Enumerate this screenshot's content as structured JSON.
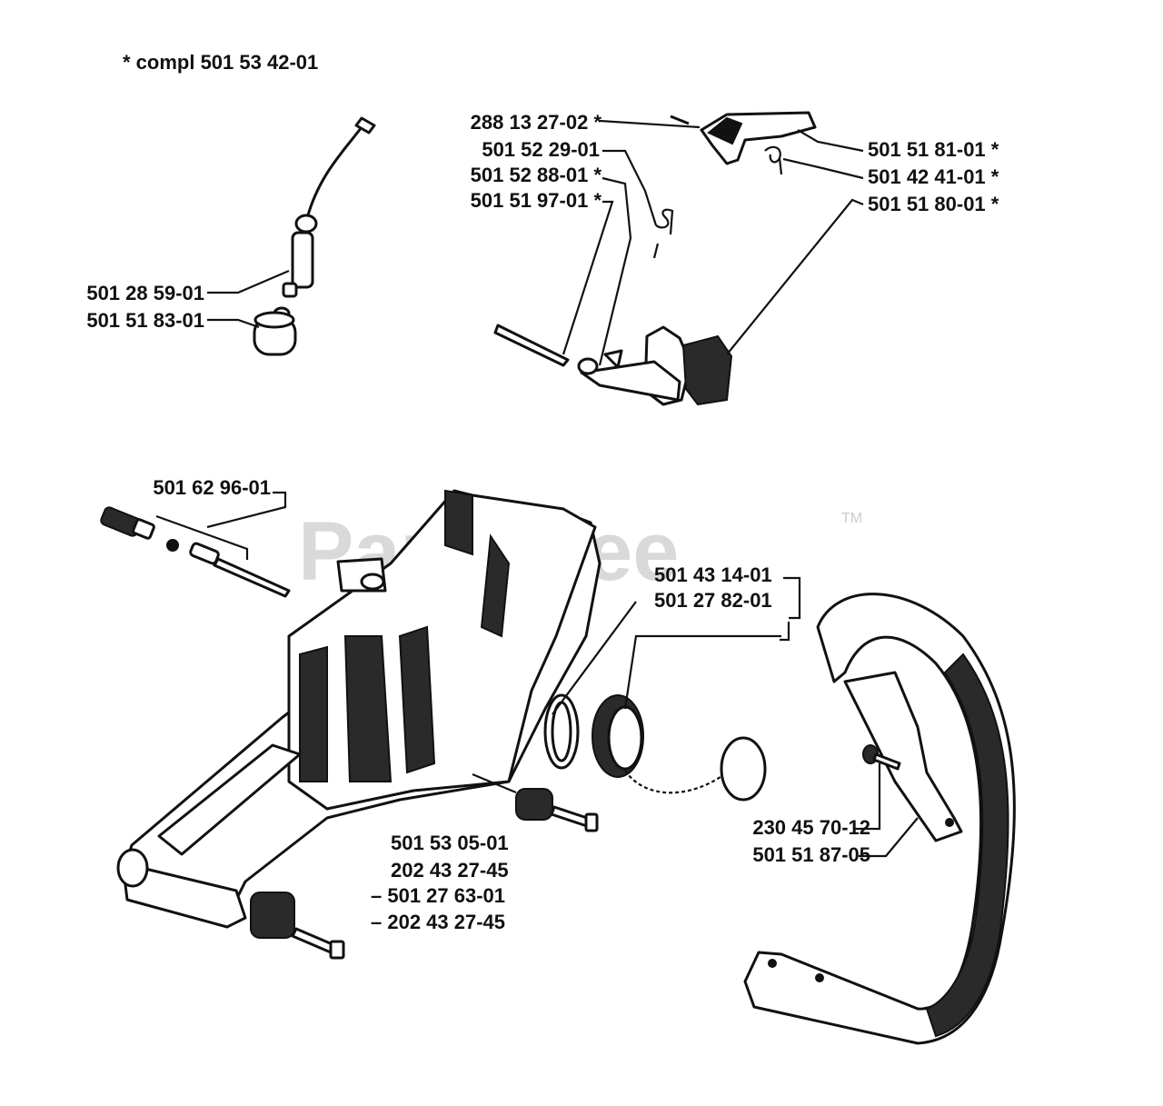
{
  "diagram": {
    "header_note": "*  compl 501 53 42-01",
    "watermark": "PartsTree",
    "trademark": "TM",
    "labels": {
      "p288132702": "288 13 27-02  *",
      "p501522901": "501 52 29-01",
      "p501528801": "501 52 88-01  *",
      "p501519701": "501 51 97-01  *",
      "p501518101": "501 51 81-01  *",
      "p501424101": "501 42 41-01  *",
      "p501518001": "501 51 80-01  *",
      "p501285901": "501 28 59-01",
      "p501518301": "501 51 83-01",
      "p501629601": "501 62 96-01",
      "p501431401": "501 43 14-01",
      "p501278201": "501 27 82-01",
      "p501530501": "501 53 05-01",
      "p202432745a": "202 43 27-45",
      "p501276301": "– 501 27 63-01",
      "p202432745b": "– 202 43 27-45",
      "p230457012": "230 45 70-12",
      "p501518705": "501 51 87-05"
    }
  }
}
